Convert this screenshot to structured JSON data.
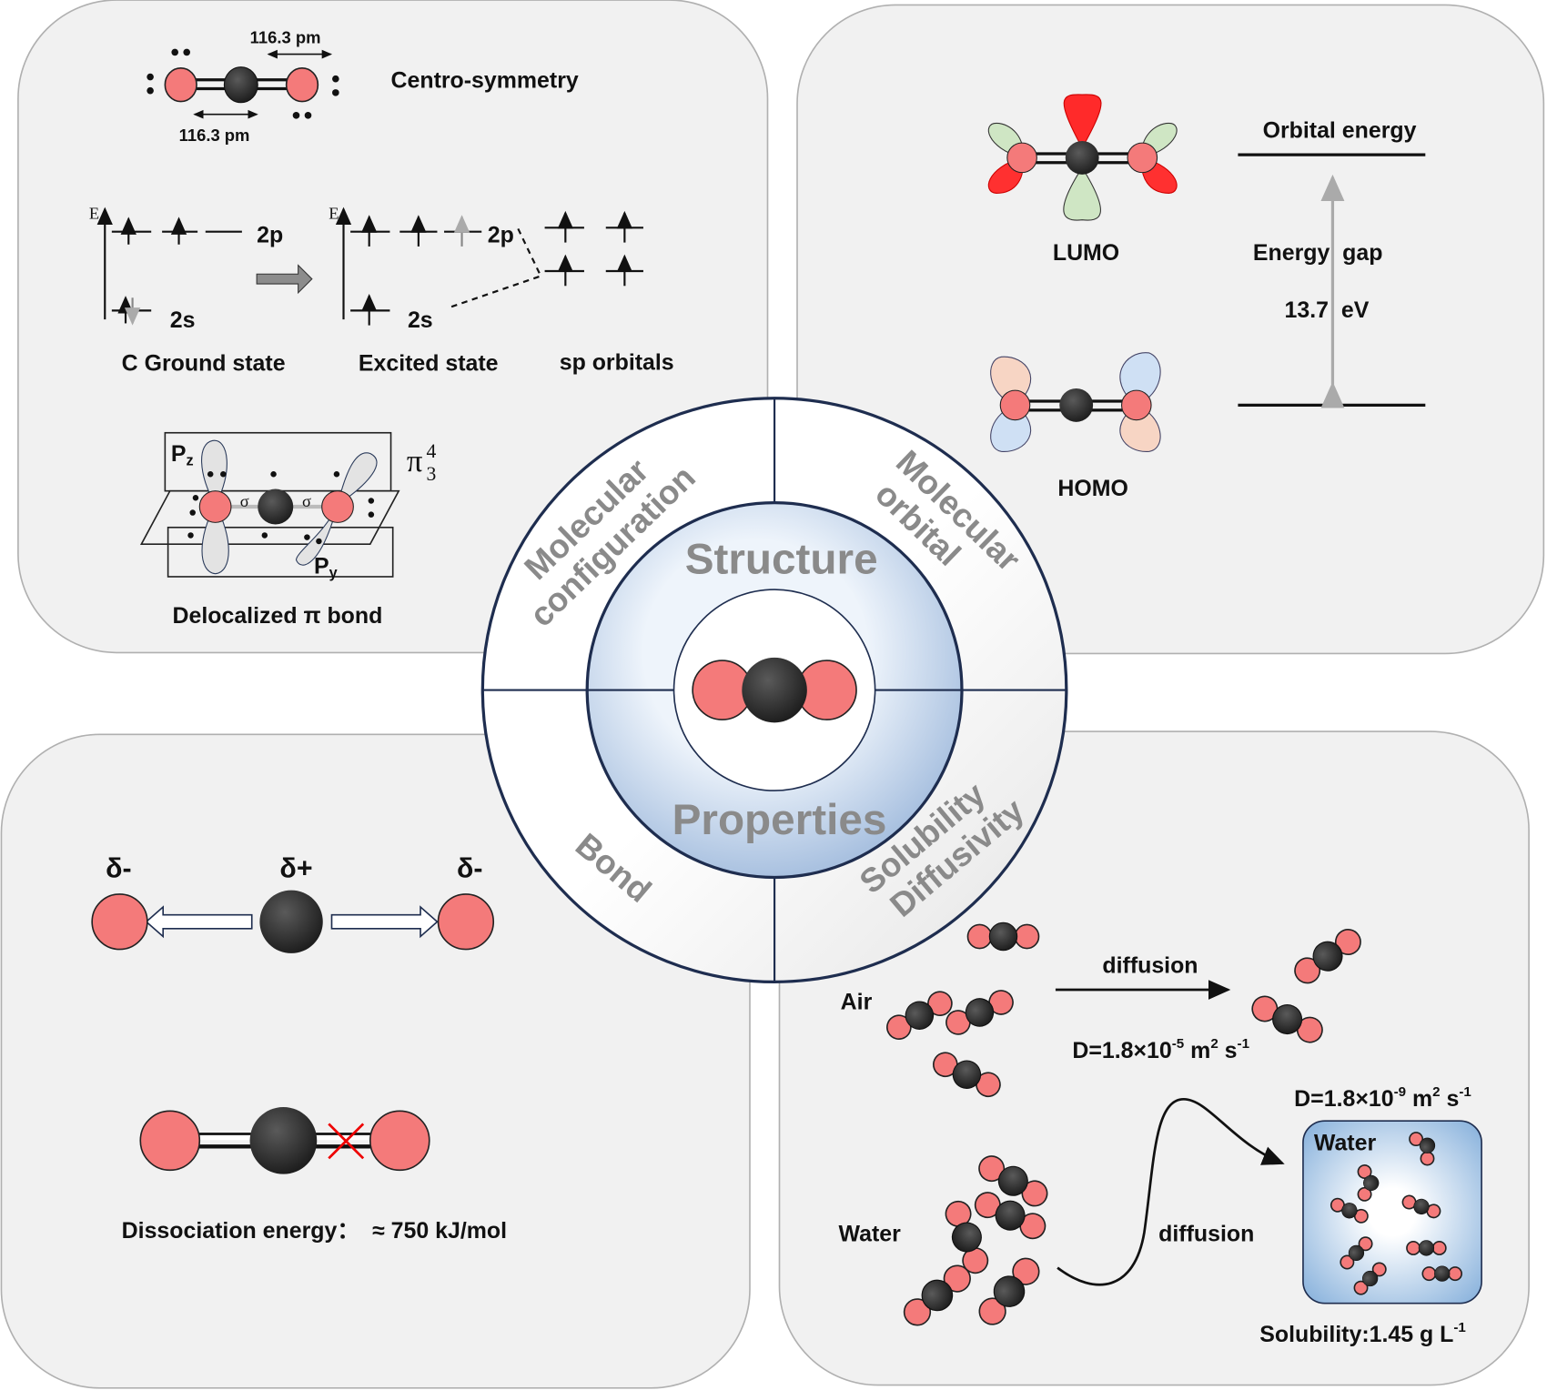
{
  "center": {
    "inner_top": "Structure",
    "inner_bottom": "Properties",
    "quadrants": [
      {
        "lines": [
          "Molecular",
          "configuration"
        ]
      },
      {
        "lines": [
          "Molecular",
          "orbital"
        ]
      },
      {
        "lines": [
          "Bond"
        ]
      },
      {
        "lines": [
          "Solubility",
          "Diffusivity"
        ]
      }
    ]
  },
  "configuration_panel": {
    "bond_length_top": "116.3 pm",
    "bond_length_bottom": "116.3 pm",
    "symmetry_label": "Centro-symmetry",
    "energy_axis": "E",
    "level_2p": "2p",
    "level_2s": "2s",
    "ground_state": "C Ground state",
    "excited_state": "Excited state",
    "sp_orbitals": "sp orbitals",
    "pz": "P",
    "pz_sub": "z",
    "py": "P",
    "py_sub": "y",
    "sigma": "σ",
    "pi": "π",
    "pi_sup": "4",
    "pi_sub": "3",
    "delocalized": "Delocalized π bond"
  },
  "orbital_panel": {
    "lumo": "LUMO",
    "homo": "HOMO",
    "orbital_energy": "Orbital energy",
    "energy_gap": "Energy  gap",
    "gap_value": "13.7  eV"
  },
  "bond_panel": {
    "delta_minus": "δ-",
    "delta_plus": "δ+",
    "dissociation": "Dissociation energy：  ≈ 750 kJ/mol"
  },
  "diffusion_panel": {
    "air": "Air",
    "water_left": "Water",
    "diffusion_top": "diffusion",
    "diffusion_bottom": "diffusion",
    "d_air": "D=1.8×10",
    "d_air_exp": "-5",
    "d_water": "D=1.8×10",
    "d_water_exp": "-9",
    "units_m": " m",
    "units_m_exp": "2",
    "units_s": " s",
    "units_s_exp": "-1",
    "water_box": "Water",
    "solubility": "Solubility:1.45 g L",
    "solubility_exp": "-1"
  },
  "colors": {
    "oxygen": "#f47a7a",
    "carbon": "#333333",
    "panel": "#f1f1f1",
    "ring_border": "#1e2d4f",
    "ring_blue": "#c5d7ee"
  }
}
